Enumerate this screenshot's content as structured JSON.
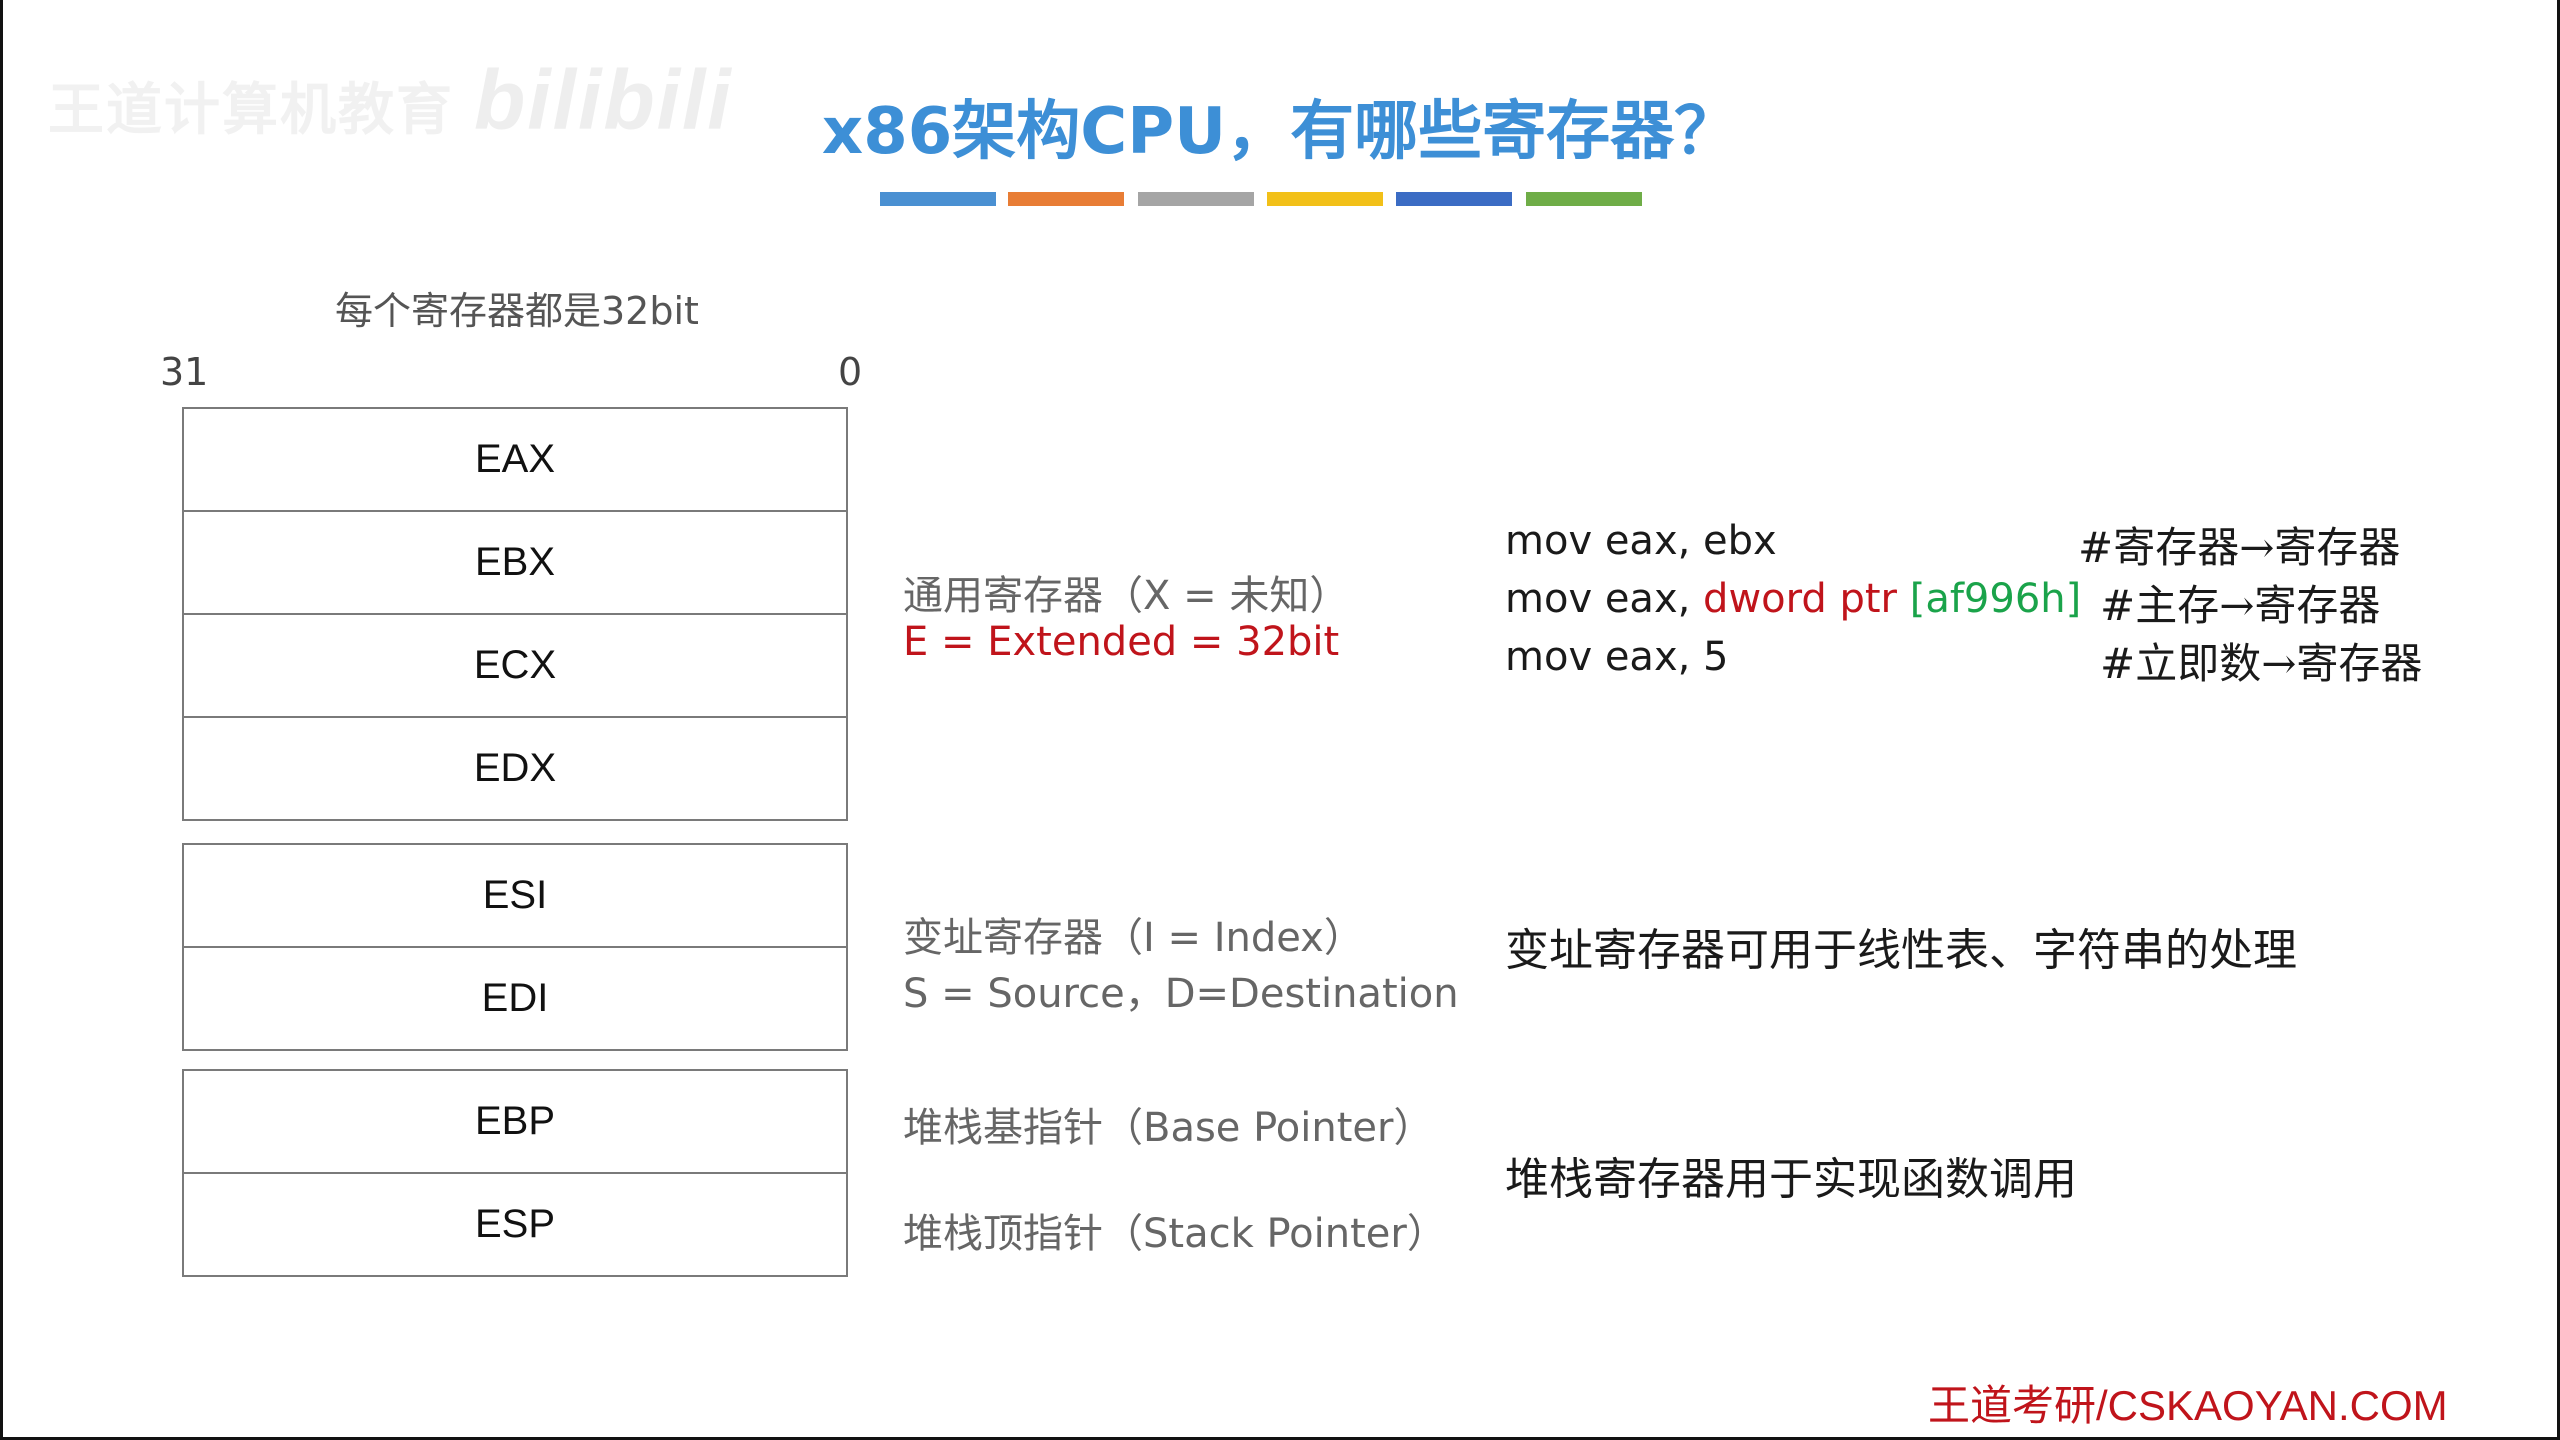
{
  "watermark": {
    "text": "王道计算机教育",
    "bili": "bilibili"
  },
  "title": "x86架构CPU，有哪些寄存器？",
  "colors": {
    "title": "#3d8fd6",
    "bars": [
      "#4a90d2",
      "#e87d35",
      "#a5a5a5",
      "#f2c018",
      "#3b6cc4",
      "#6fad47"
    ],
    "red": "#c0141b",
    "green": "#1aa34a"
  },
  "diagram": {
    "caption": "每个寄存器都是32bit",
    "bit_high": "31",
    "bit_low": "0",
    "groups": [
      {
        "registers": [
          "EAX",
          "EBX",
          "ECX",
          "EDX"
        ]
      },
      {
        "registers": [
          "ESI",
          "EDI"
        ]
      },
      {
        "registers": [
          "EBP",
          "ESP"
        ]
      }
    ]
  },
  "descriptions": {
    "general": "通用寄存器（X = 未知）",
    "extended": "E = Extended = 32bit",
    "index": "变址寄存器（I = Index）",
    "source_dest": "S = Source，D=Destination",
    "base_pointer": "堆栈基指针（Base Pointer）",
    "stack_pointer": "堆栈顶指针（Stack Pointer）"
  },
  "code": {
    "line1": "mov eax, ebx",
    "line2_prefix": "mov eax, ",
    "line2_red": "dword ptr",
    "line2_space": " ",
    "line2_green": "[af996h]",
    "line3": "mov eax, 5",
    "comment1": "#寄存器→寄存器",
    "comment2": "#主存→寄存器",
    "comment3": "#立即数→寄存器"
  },
  "notes": {
    "index_note": "变址寄存器可用于线性表、字符串的处理",
    "stack_note": "堆栈寄存器用于实现函数调用"
  },
  "footer": "王道考研/CSKAOYAN.COM"
}
